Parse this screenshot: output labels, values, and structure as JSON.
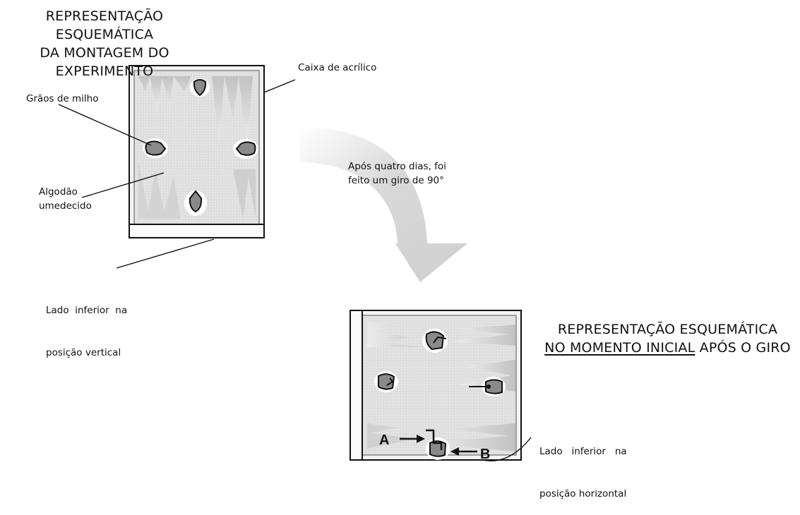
{
  "title_top": {
    "line1": "REPRESENTAÇÃO ESQUEMÁTICA",
    "line2": "DA MONTAGEM DO EXPERIMENTO"
  },
  "title_bottom": {
    "line1": "REPRESENTAÇÃO ESQUEMÁTICA",
    "line2_underlined": "NO MOMENTO INICIAL",
    "line2_rest": " APÓS O GIRO"
  },
  "labels": {
    "acrylic_box": "Caixa de acrílico",
    "corn_grains": "Grãos de milho",
    "wet_cotton": [
      "Algodão",
      "umedecido"
    ],
    "bottom_vertical": [
      "Lado  inferior  na",
      "posição vertical"
    ],
    "rotation_note": [
      "Após quatro dias, foi",
      "feito um giro de 90°"
    ],
    "bottom_horizontal": [
      "Lado   inferior   na",
      "posição horizontal"
    ],
    "point_a": "A",
    "point_b": "B"
  },
  "colors": {
    "ink": "#111111",
    "arrow_fill": "#d9d9d9",
    "cotton": "#e6e6e6",
    "grain": "#8a8a8a"
  }
}
